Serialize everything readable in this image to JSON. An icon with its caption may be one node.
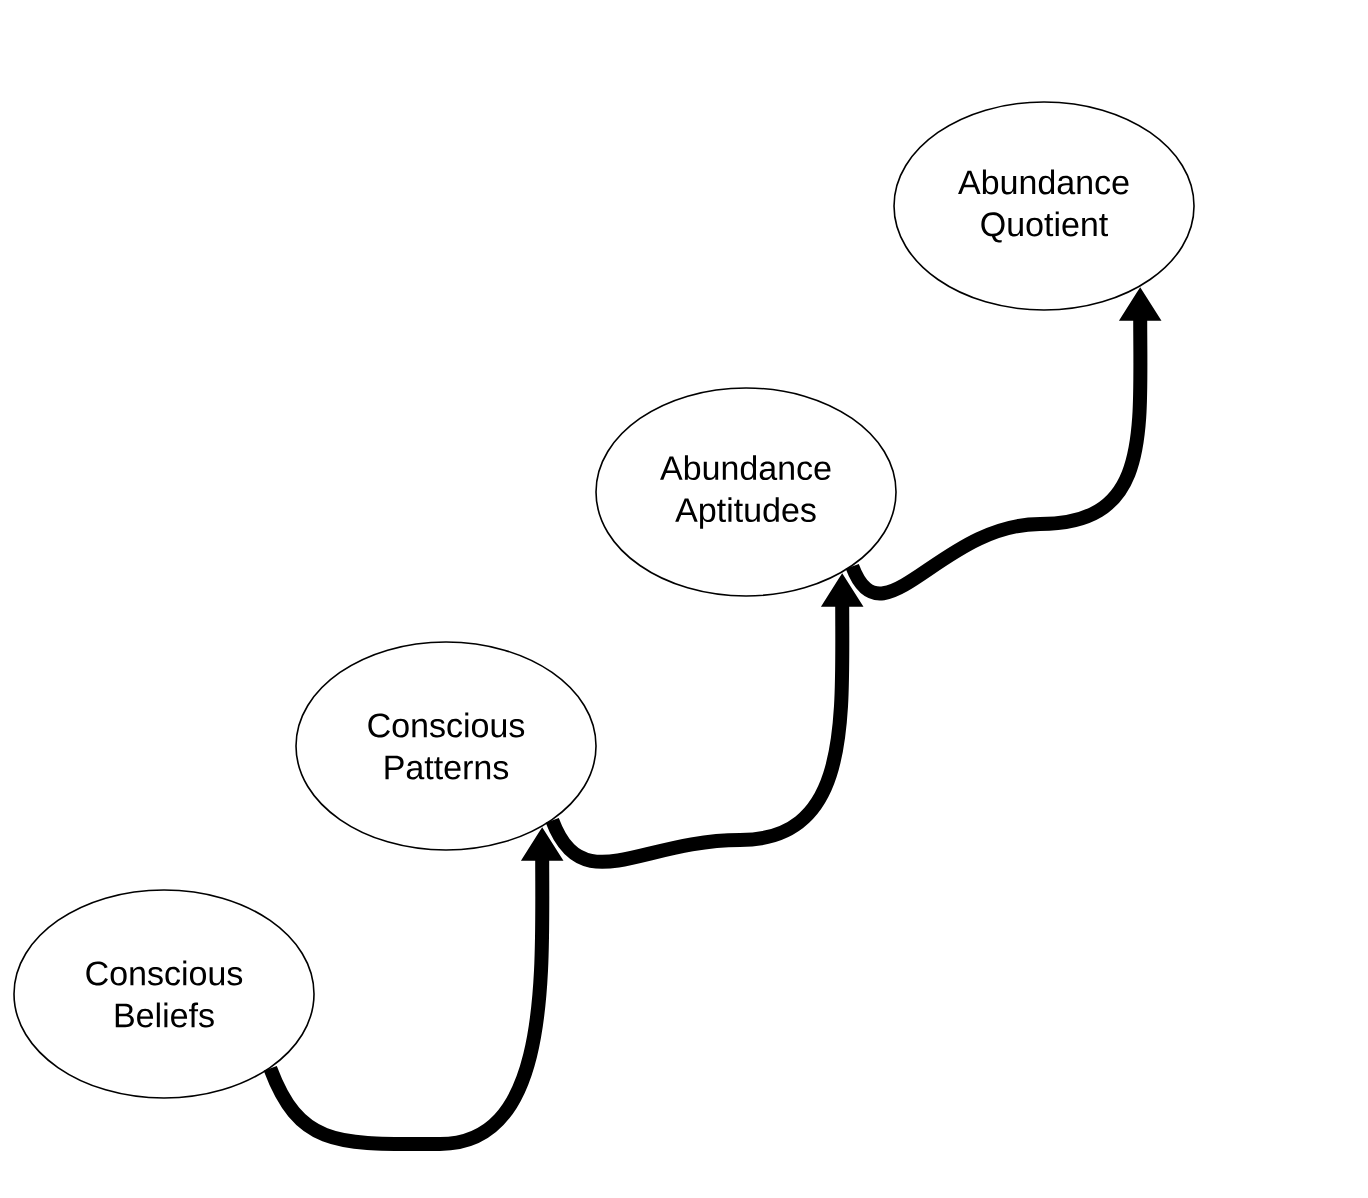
{
  "diagram": {
    "nodes": [
      {
        "text": [
          "Conscious Beliefs"
        ]
      },
      {
        "text": [
          "Conscious Patterns"
        ]
      },
      {
        "text": [
          "Abundance Aptitudes"
        ]
      },
      {
        "text": [
          "Abundance Quotient"
        ]
      }
    ],
    "edges": [
      {
        "from": 0,
        "to": 1,
        "arrow": "to"
      },
      {
        "from": 1,
        "to": 2,
        "arrow": "to"
      },
      {
        "from": 2,
        "to": 3,
        "arrow": "to"
      }
    ]
  }
}
